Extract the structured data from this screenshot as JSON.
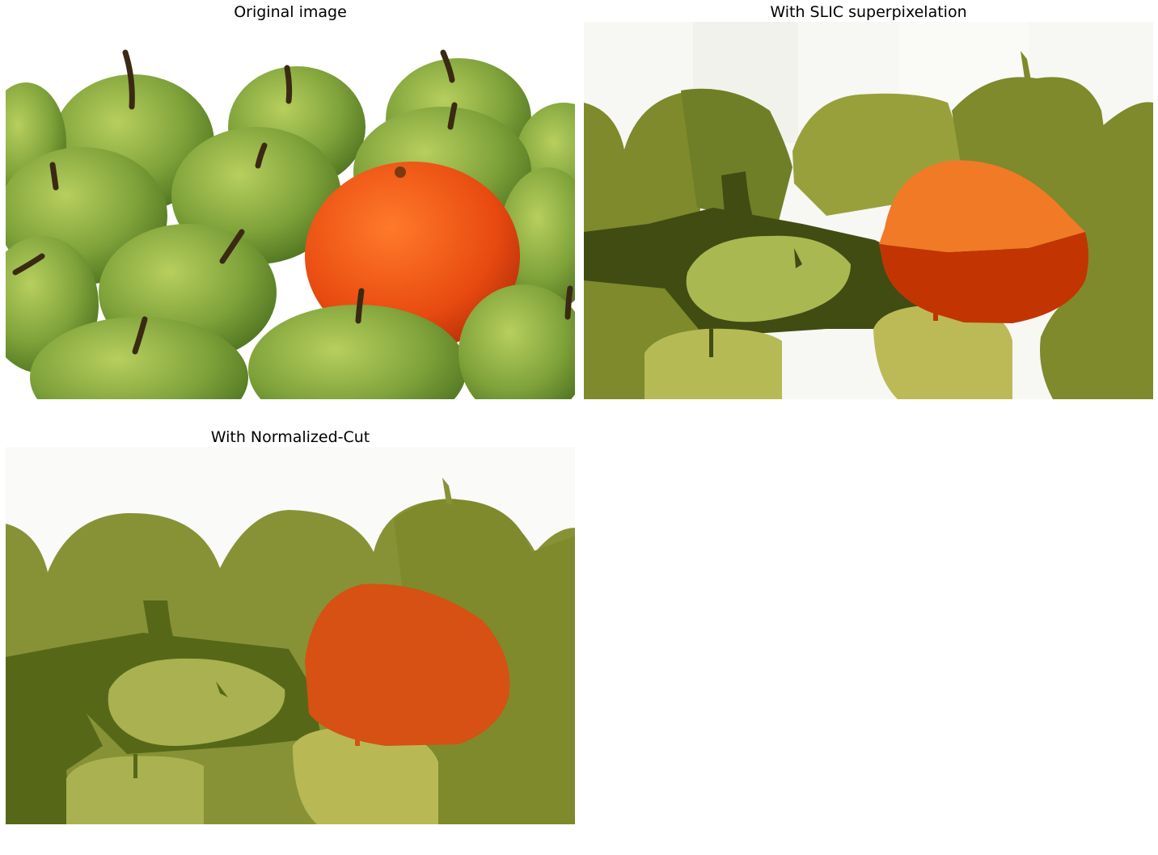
{
  "figure": {
    "panels": [
      {
        "title": "Original image"
      },
      {
        "title": "With SLIC superpixelation"
      },
      {
        "title": "With Normalized-Cut"
      }
    ]
  },
  "colors": {
    "background": "#ffffff",
    "sky": "#fafaf8",
    "apple_light": "#a9b851",
    "apple_mid": "#7e8a2b",
    "apple_dark": "#4b5a1c",
    "orange": "#e84a10",
    "slic_orange_top": "#f17a26",
    "slic_orange_bottom": "#c23503",
    "ncut_orange": "#d65113",
    "yellow_green": "#b8b955"
  }
}
